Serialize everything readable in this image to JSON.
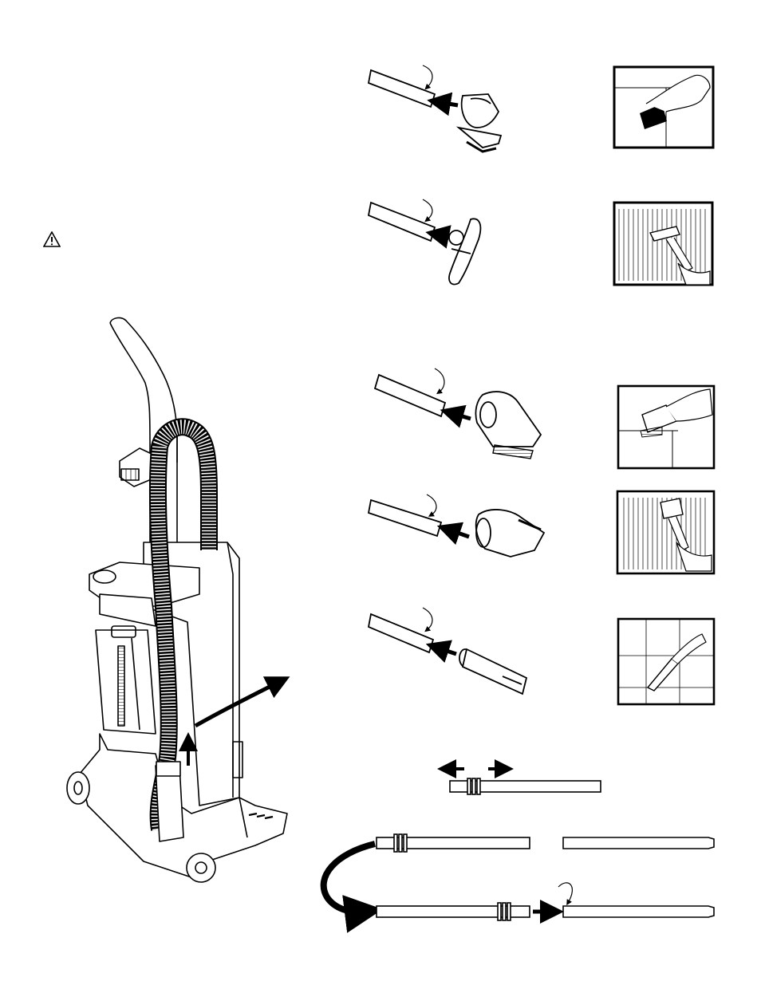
{
  "page": {
    "background": "#ffffff",
    "ink": "#000000"
  },
  "warning_icon": {
    "icon": "warning-triangle-icon"
  },
  "illustrations": [
    {
      "name": "upright-vacuum-with-hose",
      "icon": "vacuum-icon"
    },
    {
      "name": "dusting-brush-attach",
      "icon": "dusting-brush-icon"
    },
    {
      "name": "upholstery-tool-attach",
      "icon": "upholstery-tool-icon"
    },
    {
      "name": "dusting-brush-bristles-out-attach",
      "icon": "dusting-brush-icon"
    },
    {
      "name": "upholstery-nozzle-attach",
      "icon": "upholstery-nozzle-icon"
    },
    {
      "name": "crevice-tool-attach",
      "icon": "crevice-tool-icon"
    },
    {
      "name": "wand-release-diagram",
      "icon": "wand-icon"
    },
    {
      "name": "wand-assembly-diagram",
      "icon": "wand-icon"
    }
  ]
}
